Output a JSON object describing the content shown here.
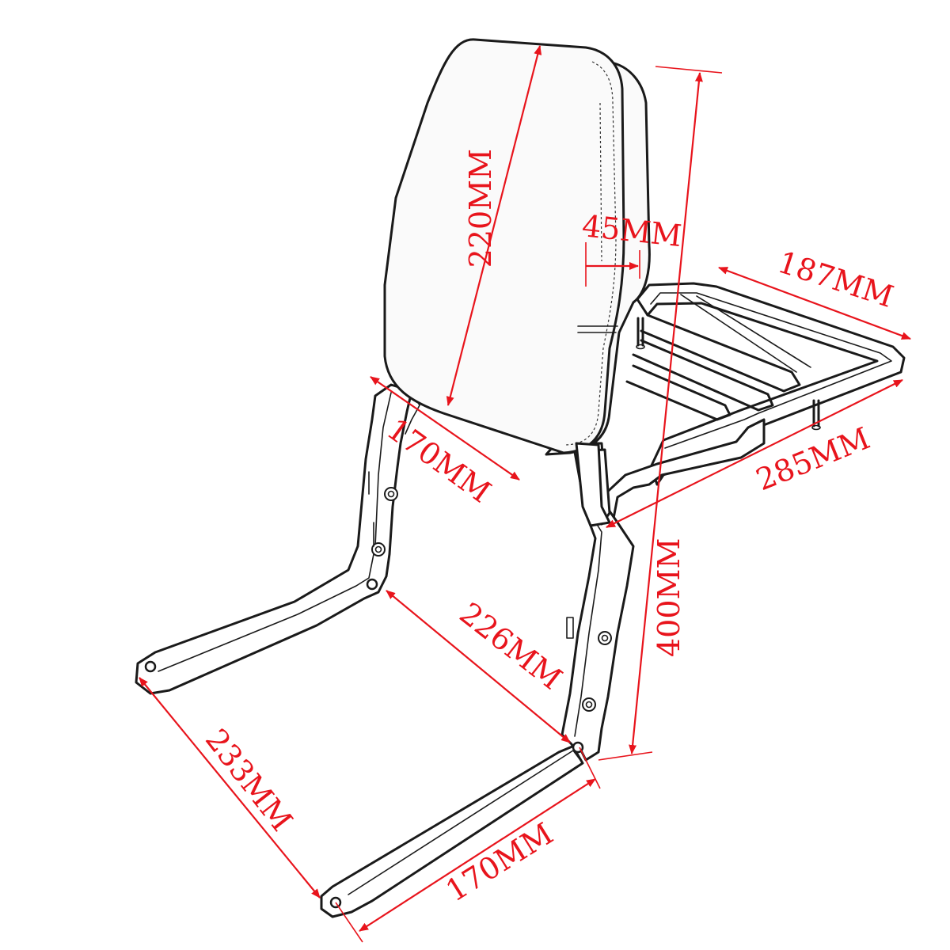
{
  "colors": {
    "dimension": "#e8141c",
    "outline": "#1a1a1a",
    "background": "#ffffff"
  },
  "dimensions": {
    "pad_height": "220MM",
    "pad_thickness": "45MM",
    "total_height": "400MM",
    "rack_width": "187MM",
    "rack_length": "285MM",
    "upright_spacing": "170MM",
    "side_plate": "226MM",
    "mount_length": "233MM",
    "mount_spacing": "170MM"
  }
}
